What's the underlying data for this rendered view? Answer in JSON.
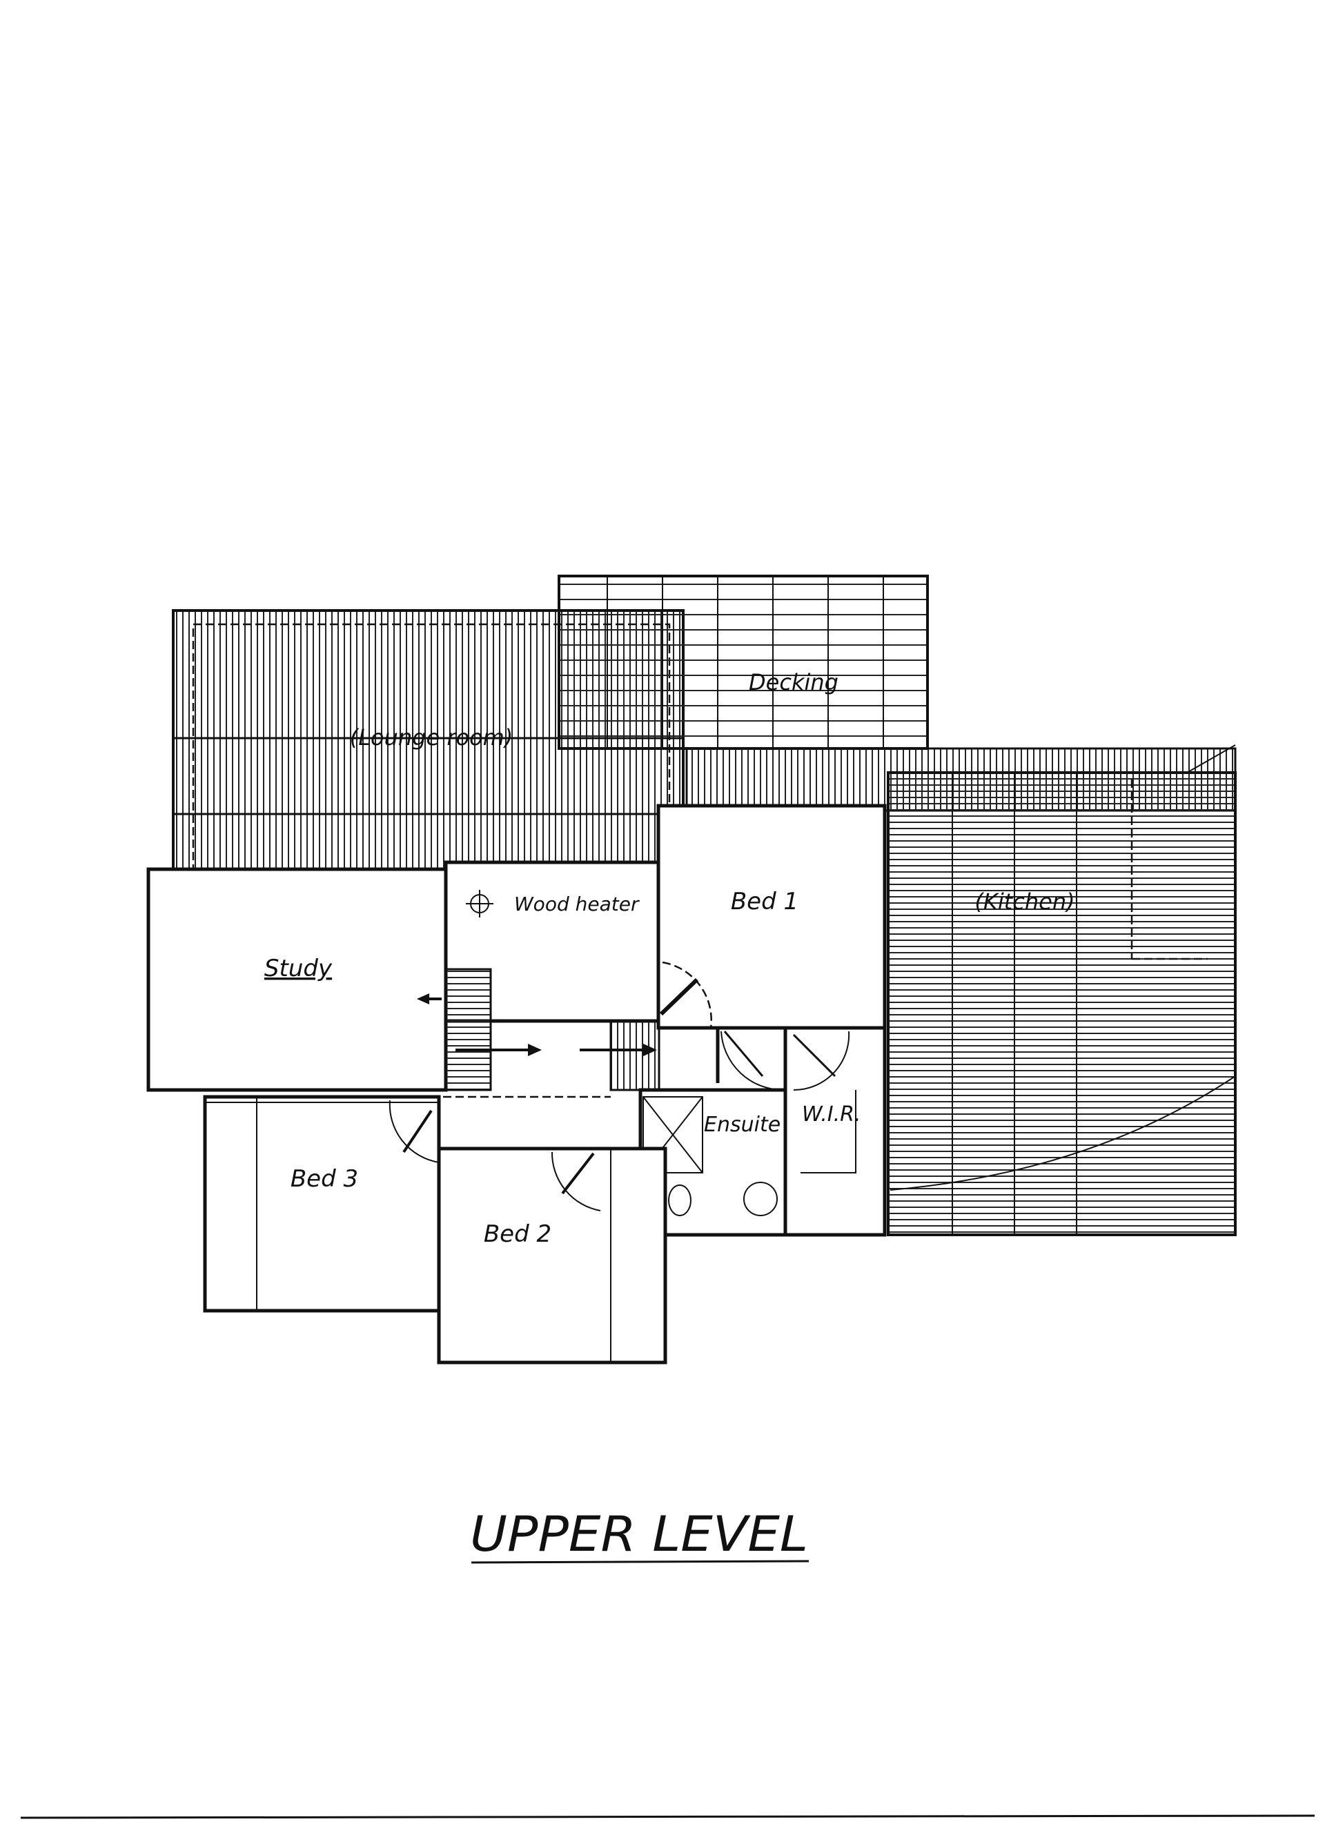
{
  "drawing": {
    "title": "UPPER LEVEL",
    "rooms": {
      "lounge": "(Lounge room)",
      "decking": "Decking",
      "kitchen": "(Kitchen)",
      "study": "Study",
      "wood_heater": "Wood heater",
      "bed1": "Bed 1",
      "bed2": "Bed 2",
      "bed3": "Bed 3",
      "ensuite": "Ensuite",
      "wir": "W.I.R."
    }
  }
}
